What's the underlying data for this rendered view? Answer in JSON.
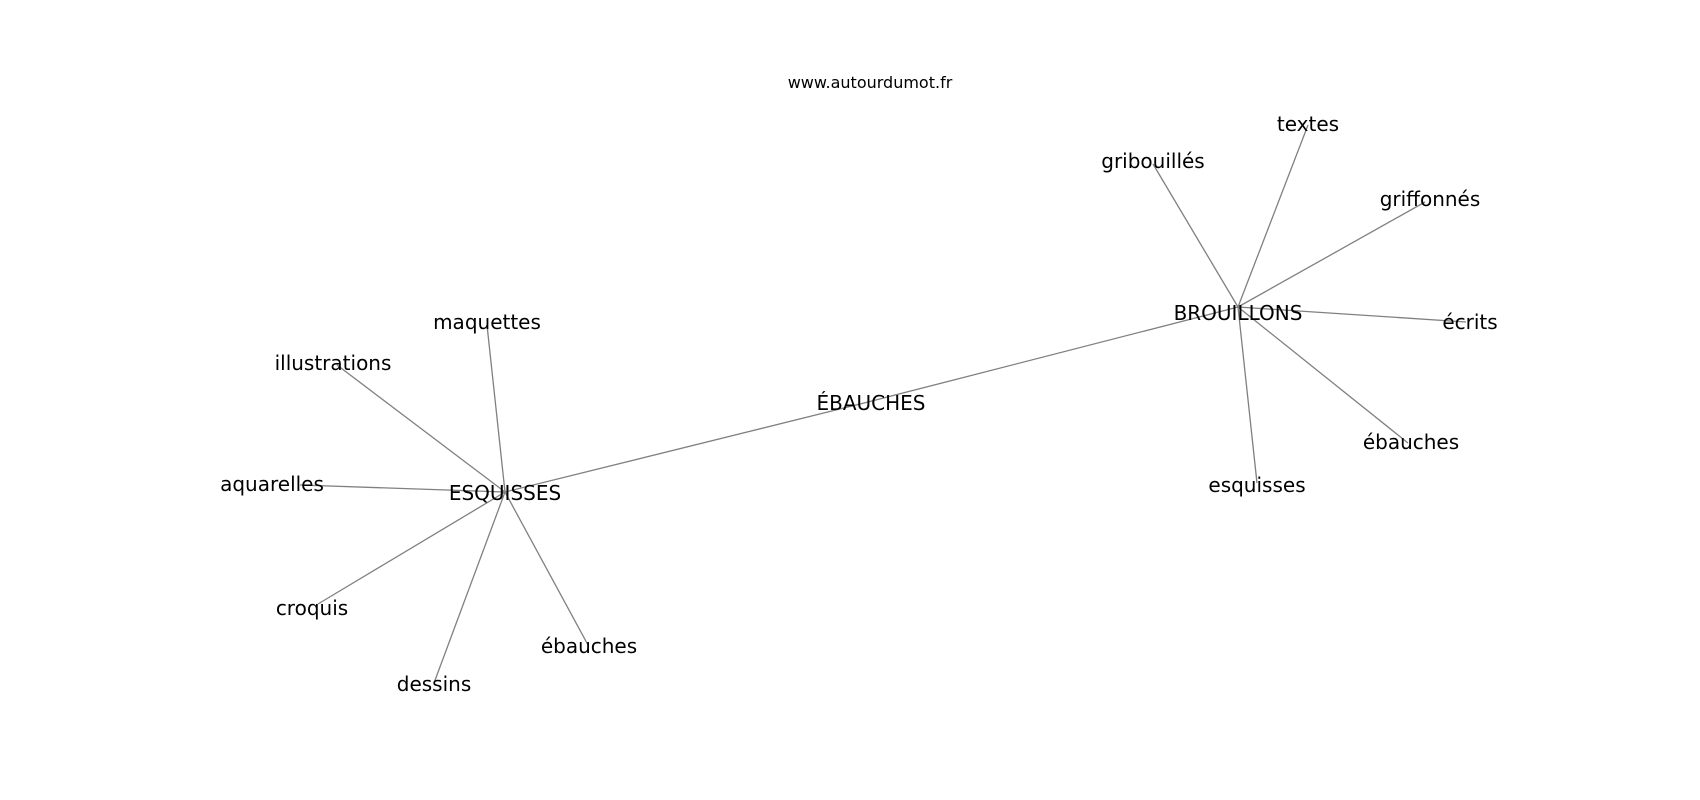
{
  "credit": "www.autourdumot.fr",
  "graph": {
    "center": "ÉBAUCHES",
    "hubs": [
      {
        "label": "ESQUISSES",
        "neighbors": [
          "maquettes",
          "illustrations",
          "aquarelles",
          "croquis",
          "dessins",
          "ébauches"
        ]
      },
      {
        "label": "BROUILLONS",
        "neighbors": [
          "gribouillés",
          "textes",
          "griffonnés",
          "écrits",
          "ébauches",
          "esquisses"
        ]
      }
    ]
  },
  "colors": {
    "edge": "#808080",
    "text": "#000000",
    "background": "#ffffff"
  }
}
